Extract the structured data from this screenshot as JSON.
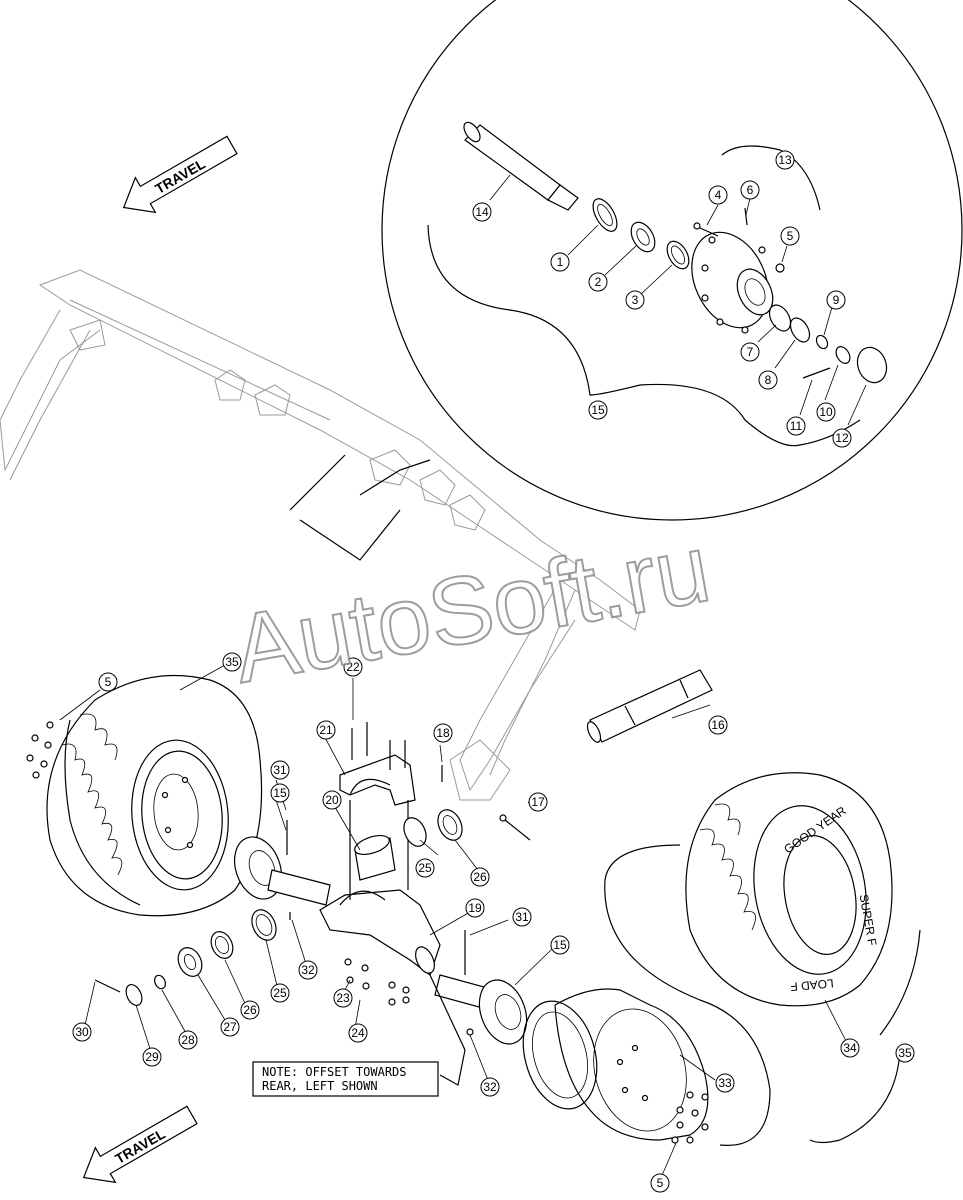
{
  "diagram": {
    "watermark": "AutoSoft.ru",
    "travel_labels": [
      "TRAVEL",
      "TRAVEL"
    ],
    "note": {
      "line1": "NOTE: OFFSET TOWARDS",
      "line2": "REAR, LEFT SHOWN"
    },
    "tire_sidewall": {
      "brand": "GOOD YEAR",
      "size": "SUPER F",
      "load": "LOAD F"
    },
    "callouts": [
      "1",
      "2",
      "3",
      "4",
      "5",
      "6",
      "7",
      "8",
      "9",
      "10",
      "11",
      "12",
      "13",
      "14",
      "15",
      "16",
      "17",
      "18",
      "5",
      "35",
      "22",
      "21",
      "31",
      "15",
      "20",
      "25",
      "26",
      "19",
      "31",
      "15",
      "34",
      "35",
      "32",
      "23",
      "24",
      "25",
      "26",
      "27",
      "28",
      "29",
      "30",
      "32",
      "33",
      "5"
    ]
  }
}
